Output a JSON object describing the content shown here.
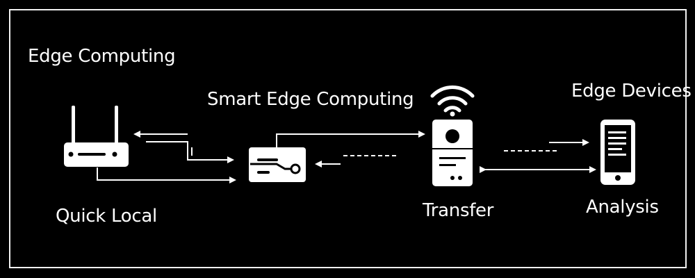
{
  "labels": {
    "edge_computing": "Edge Computing",
    "smart_edge_computing": "Smart Edge Computing",
    "edge_devices": "Edge Devices",
    "quick_local": "Quick Local",
    "transfer": "Transfer",
    "analysis": "Analysis"
  },
  "icons": {
    "router": "router-icon",
    "edge_node": "edge-node-icon",
    "server": "server-icon",
    "wifi": "wifi-icon",
    "tablet": "tablet-icon"
  },
  "colors": {
    "background": "#000000",
    "foreground": "#ffffff"
  }
}
